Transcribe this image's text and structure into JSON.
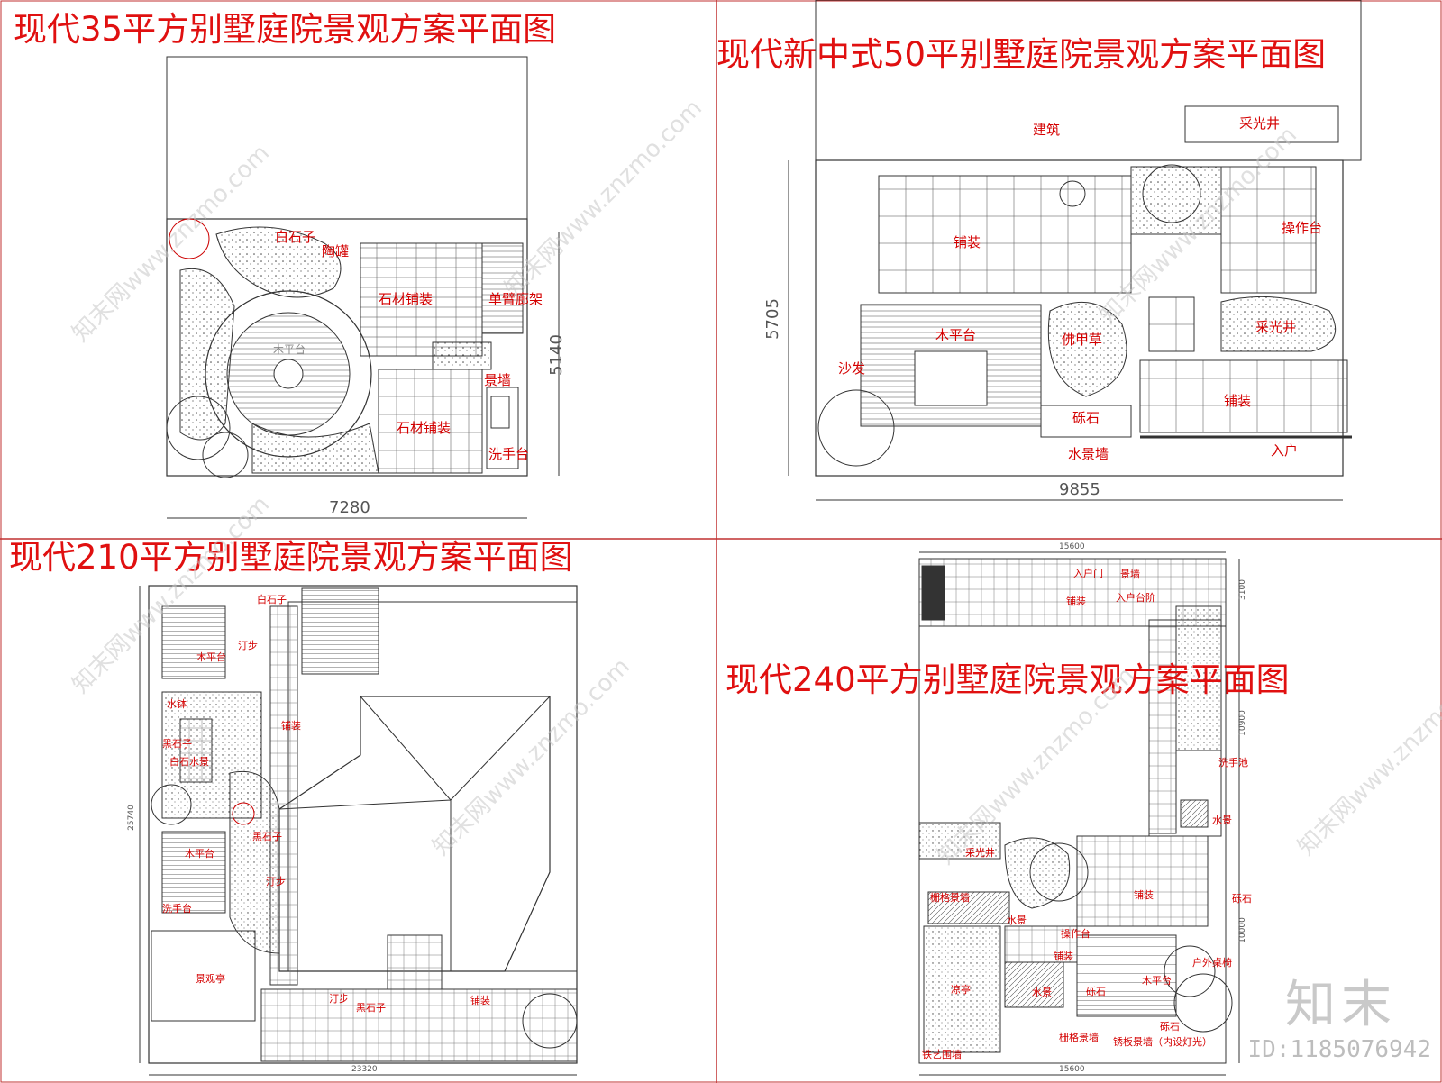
{
  "panel1": {
    "title": "现代35平方别墅庭院景观方案平面图",
    "labels": [
      "白石子",
      "陶罐",
      "石材铺装",
      "单臂廊架",
      "木平台",
      "景墙",
      "石材铺装",
      "洗手台"
    ],
    "dims": [
      "7280",
      "5140"
    ]
  },
  "panel2": {
    "title": "现代新中式50平别墅庭院景观方案平面图",
    "labels": [
      "建筑",
      "采光井",
      "铺装",
      "操作台",
      "木平台",
      "佛甲草",
      "采光井",
      "沙发",
      "铺装",
      "砾石",
      "水景墙",
      "入户"
    ],
    "dims": [
      "5705",
      "9855"
    ]
  },
  "panel3": {
    "title": "现代210平方别墅庭院景观方案平面图",
    "labels": [
      "白石子",
      "汀步",
      "木平台",
      "水钵",
      "铺装",
      "黑石子",
      "白石水景",
      "黑石子",
      "木平台",
      "汀步",
      "洗手台",
      "景观亭",
      "汀步",
      "黑石子",
      "铺装"
    ],
    "dims": [
      "25740",
      "23320"
    ]
  },
  "panel4": {
    "title": "现代240平方别墅庭院景观方案平面图",
    "labels": [
      "入户门",
      "景墙",
      "铺装",
      "入户台阶",
      "洗手池",
      "水景",
      "采光井",
      "栅格景墙",
      "水景",
      "铺装",
      "砾石",
      "操作台",
      "铺装",
      "凉亭",
      "水景",
      "砾石",
      "木平台",
      "户外桌椅",
      "栅格景墙",
      "锈板景墙（内设灯光）",
      "砾石",
      "铁艺围墙"
    ],
    "dims": [
      "15600",
      "15600",
      "3100",
      "10900",
      "10000"
    ]
  },
  "watermark": {
    "text": "知末网www.znzmo.com",
    "logo": "知末",
    "id": "ID:1185076942"
  },
  "colors": {
    "title": "#e01010",
    "label": "#d40000",
    "line": "#333333",
    "divider": "#c03030"
  }
}
